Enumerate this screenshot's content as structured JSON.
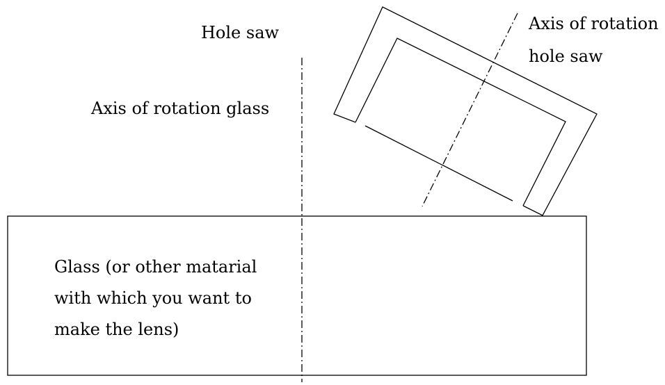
{
  "labels": {
    "hole_saw": "Hole saw",
    "axis_hole_saw_line1": "Axis of rotation",
    "axis_hole_saw_line2": "hole saw",
    "axis_glass": "Axis of rotation glass",
    "glass_line1": "Glass (or other matarial",
    "glass_line2": "with which you want to",
    "glass_line3": "make the lens)"
  },
  "colors": {
    "stroke": "#000000",
    "text": "#000000",
    "background": "#ffffff"
  }
}
